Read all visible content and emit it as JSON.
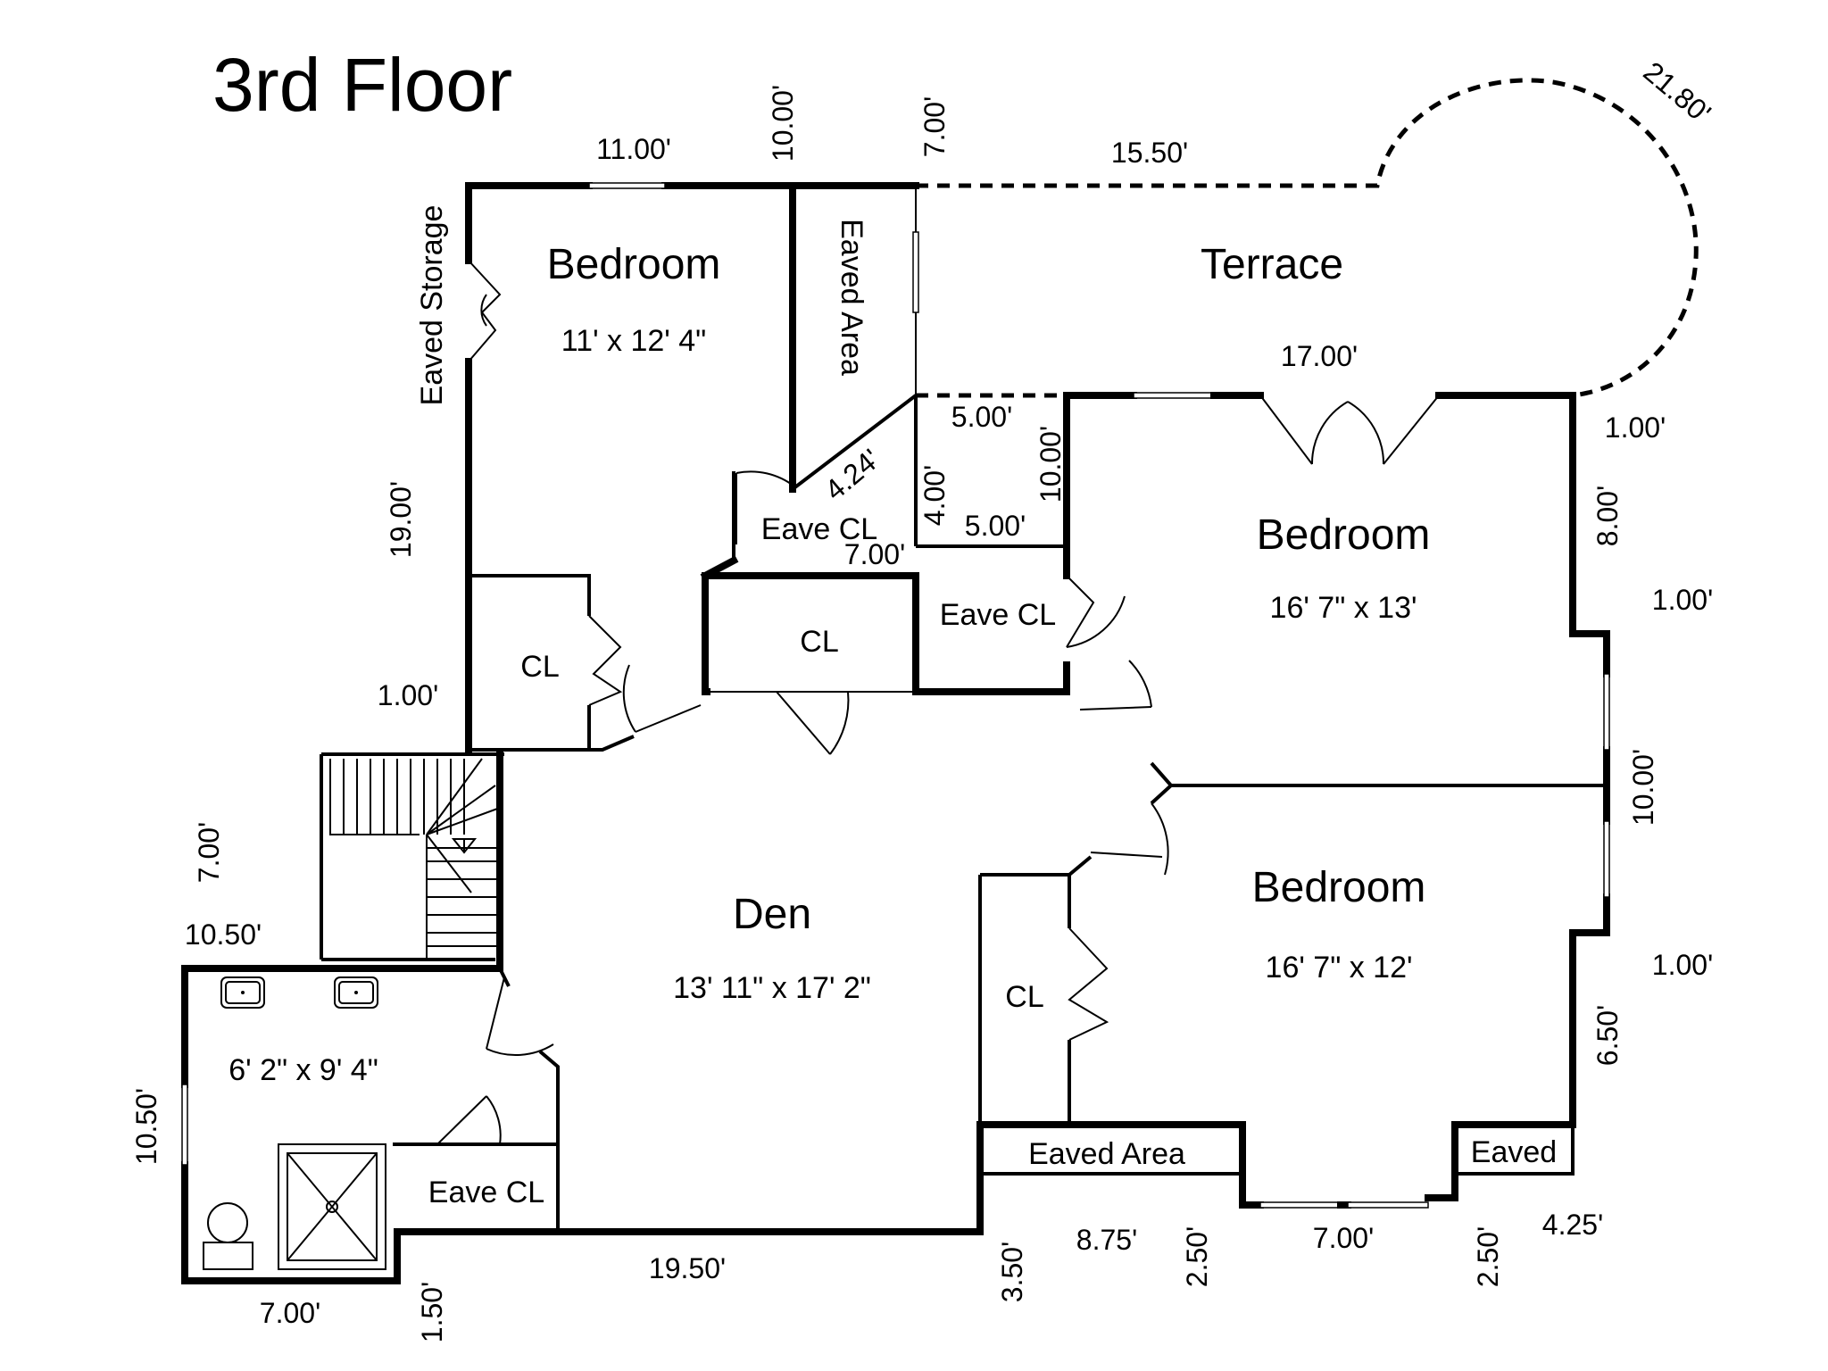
{
  "title": "3rd Floor",
  "rooms": {
    "bedroom_nw": {
      "name": "Bedroom",
      "size": "11' x 12' 4\""
    },
    "bedroom_ne": {
      "name": "Bedroom",
      "size": "16' 7\" x 13'"
    },
    "bedroom_se": {
      "name": "Bedroom",
      "size": "16' 7\" x 12'"
    },
    "den": {
      "name": "Den",
      "size": "13' 11\" x 17' 2\""
    },
    "bath": {
      "size": "6' 2\" x 9' 4\""
    },
    "terrace": {
      "name": "Terrace"
    }
  },
  "labels": {
    "eaved_storage": "Eaved Storage",
    "eaved_area_top": "Eaved Area",
    "eave_cl_upper": "Eave CL",
    "eave_cl_mid": "Eave CL",
    "eave_cl_bath": "Eave CL",
    "cl_left": "CL",
    "cl_center": "CL",
    "cl_right": "CL",
    "eaved_area_bottom": "Eaved Area",
    "eaved_bottom_right": "Eaved"
  },
  "dimensions": {
    "d_11_00": "11.00'",
    "d_10_00_top": "10.00'",
    "d_7_00_top": "7.00'",
    "d_15_50": "15.50'",
    "d_21_80": "21.80'",
    "d_17_00": "17.00'",
    "d_5_00_a": "5.00'",
    "d_10_00_mid": "10.00'",
    "d_4_24": "4.24'",
    "d_4_00": "4.00'",
    "d_5_00_b": "5.00'",
    "d_7_00_mid": "7.00'",
    "d_19_00": "19.00'",
    "d_1_00_left": "1.00'",
    "d_1_00_r1": "1.00'",
    "d_8_00": "8.00'",
    "d_1_00_r2": "1.00'",
    "d_10_00_right": "10.00'",
    "d_1_00_r3": "1.00'",
    "d_6_50": "6.50'",
    "d_7_00_left": "7.00'",
    "d_10_50_top": "10.50'",
    "d_10_50_left": "10.50'",
    "d_7_00_bottom": "7.00'",
    "d_1_50": "1.50'",
    "d_19_50": "19.50'",
    "d_3_50": "3.50'",
    "d_8_75": "8.75'",
    "d_2_50_a": "2.50'",
    "d_7_00_win": "7.00'",
    "d_2_50_b": "2.50'",
    "d_4_25": "4.25'"
  }
}
